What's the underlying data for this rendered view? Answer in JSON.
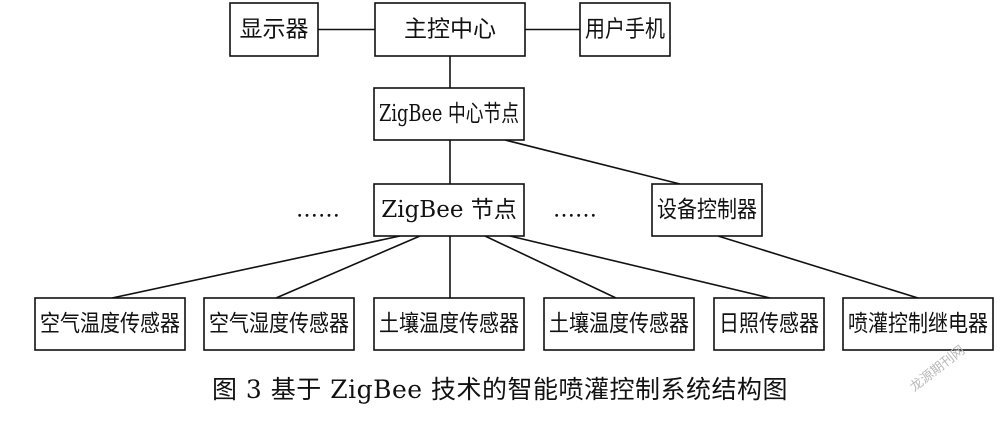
{
  "diagram": {
    "nodes": [
      {
        "id": "display",
        "label": "显示器"
      },
      {
        "id": "control-center",
        "label": "主控中心"
      },
      {
        "id": "user-phone",
        "label": "用户手机"
      },
      {
        "id": "zigbee-center",
        "label": "ZigBee 中心节点"
      },
      {
        "id": "zigbee-node",
        "label": "ZigBee 节点"
      },
      {
        "id": "device-controller",
        "label": "设备控制器"
      },
      {
        "id": "air-temp",
        "label": "空气温度传感器"
      },
      {
        "id": "air-humidity",
        "label": "空气湿度传感器"
      },
      {
        "id": "soil-temp-1",
        "label": "土壤温度传感器"
      },
      {
        "id": "soil-temp-2",
        "label": "土壤温度传感器"
      },
      {
        "id": "sunlight",
        "label": "日照传感器"
      },
      {
        "id": "sprinkler-relay",
        "label": "喷灌控制继电器"
      }
    ],
    "edges": [
      [
        "display",
        "control-center"
      ],
      [
        "control-center",
        "user-phone"
      ],
      [
        "control-center",
        "zigbee-center"
      ],
      [
        "zigbee-center",
        "zigbee-node"
      ],
      [
        "zigbee-center",
        "device-controller"
      ],
      [
        "zigbee-node",
        "air-temp"
      ],
      [
        "zigbee-node",
        "air-humidity"
      ],
      [
        "zigbee-node",
        "soil-temp-1"
      ],
      [
        "zigbee-node",
        "soil-temp-2"
      ],
      [
        "zigbee-node",
        "sunlight"
      ],
      [
        "device-controller",
        "sprinkler-relay"
      ]
    ],
    "ellipsis_left": "……",
    "ellipsis_right": "……"
  },
  "caption": "图 3  基于 ZigBee 技术的智能喷灌控制系统结构图",
  "watermark": "龙源期刊网"
}
